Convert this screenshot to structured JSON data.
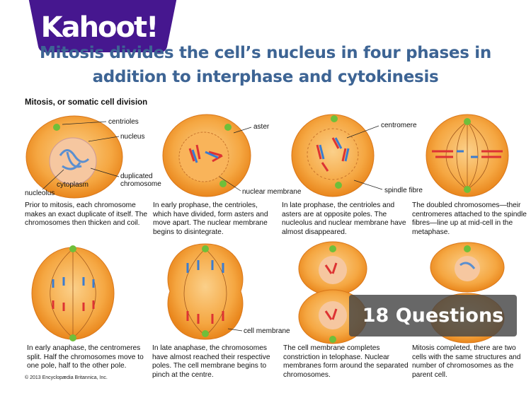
{
  "brand": {
    "logo_text": "Kahoot!",
    "color": "#46178f"
  },
  "title_lines": [
    "Mitosis divides the cell’s nucleus in four phases in",
    "addition to interphase and cytokinesis"
  ],
  "subtitle": "Mitosis, or somatic cell division",
  "labels": {
    "centrioles": "centrioles",
    "nucleus": "nucleus",
    "cytoplasm": "cytoplasm",
    "duplicated": "duplicated",
    "chromosome": "chromosome",
    "nucleolus": "nucleolus",
    "aster": "aster",
    "nuclear_membrane": "nuclear membrane",
    "centromere": "centromere",
    "spindle_fibre": "spindle fibre",
    "cell_membrane": "cell membrane"
  },
  "descriptions": [
    "Prior to mitosis, each chromosome makes an exact duplicate of itself. The chromosomes then thicken and coil.",
    "In early prophase, the centrioles, which have divided, form asters and move apart. The nuclear membrane begins to disintegrate.",
    "In late prophase, the centrioles and asters are at opposite poles. The nucleolus and nuclear membrane have almost disappeared.",
    "The doubled chromosomes—their centromeres attached to the spindle fibres—line up at mid-cell in the metaphase.",
    "In early anaphase, the centromeres split. Half the chromosomes move to one pole, half to the other pole.",
    "In late anaphase, the chromosomes have almost reached their respective poles. The cell membrane begins to pinch at the centre.",
    "The cell membrane completes constriction in telophase. Nuclear membranes form around the separated chromosomes.",
    "Mitosis completed, there are two cells with the same structures and number of chromosomes as the parent cell."
  ],
  "copyright": "© 2013 Encyclopædia Britannica, Inc.",
  "badge": {
    "questions_label": "18 Questions"
  }
}
